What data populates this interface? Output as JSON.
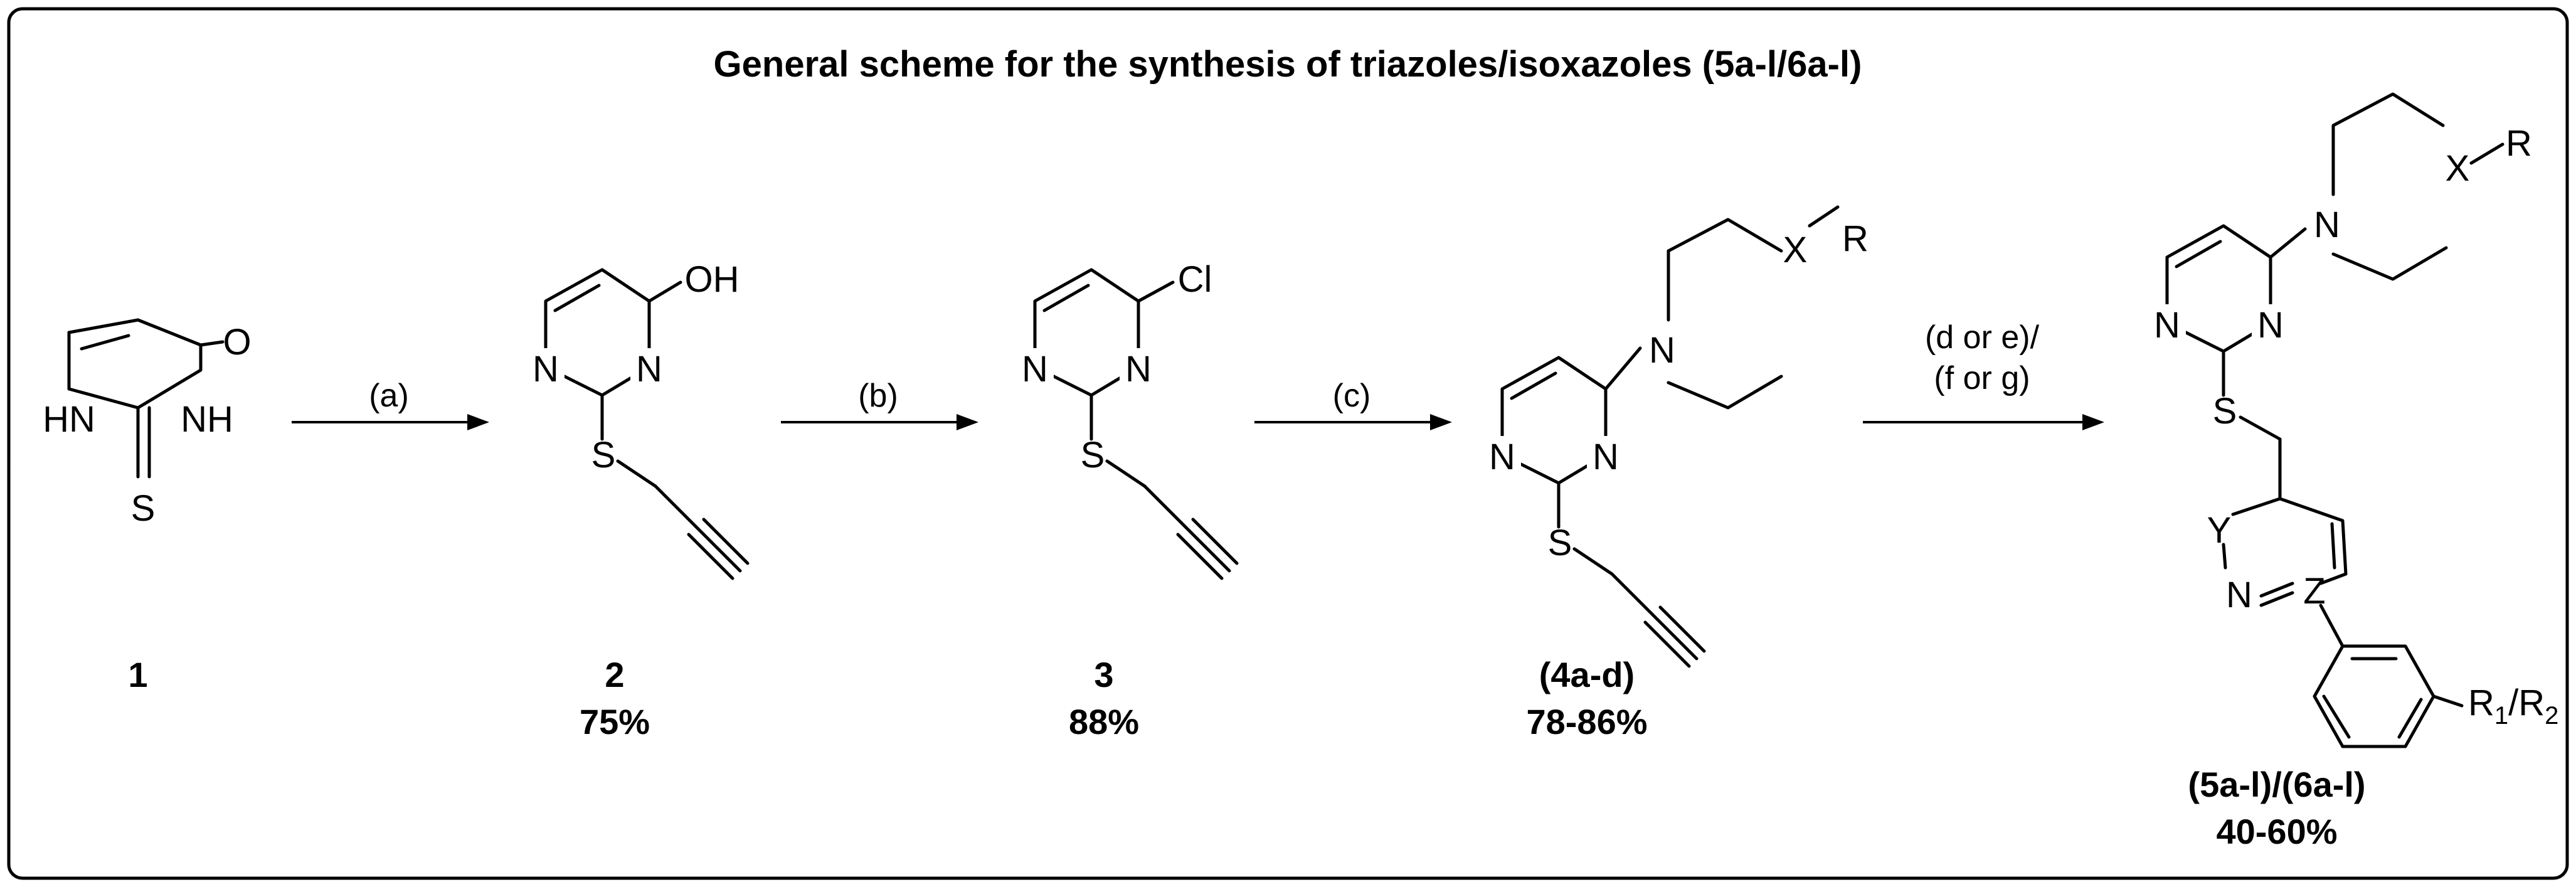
{
  "title": "General scheme for the synthesis of triazoles/isoxazoles (5a-l/6a-l)",
  "atoms": {
    "O": "O",
    "OH": "OH",
    "Cl": "Cl",
    "N": "N",
    "S": "S",
    "HN": "HN",
    "NH": "NH",
    "X": "X",
    "R": "R",
    "Y": "Y",
    "Z": "Z",
    "R_main": "R",
    "R_sub1": "1",
    "R_sep": "/R",
    "R_sub2": "2"
  },
  "steps": [
    {
      "label": "(a)"
    },
    {
      "label": "(b)"
    },
    {
      "label": "(c)"
    },
    {
      "label": "(d or e)/",
      "label2": "(f or g)"
    }
  ],
  "compounds": [
    {
      "id": "1",
      "yield": ""
    },
    {
      "id": "2",
      "yield": "75%"
    },
    {
      "id": "3",
      "yield": "88%"
    },
    {
      "id": "(4a-d)",
      "yield": "78-86%"
    },
    {
      "id": "(5a-l)/(6a-l)",
      "yield": "40-60%"
    }
  ]
}
